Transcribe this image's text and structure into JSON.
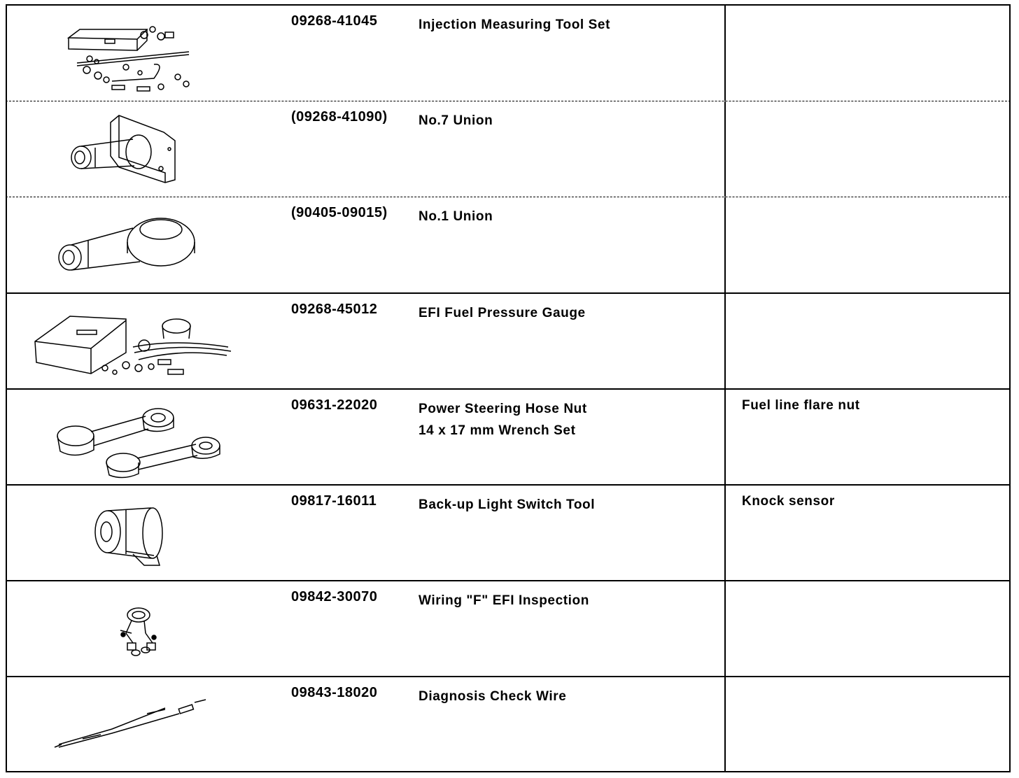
{
  "rows": [
    {
      "part_no": "09268-41045",
      "name": "Injection Measuring Tool Set",
      "name_line2": "",
      "usage": "",
      "illustration": "tool-set-case-illustration"
    },
    {
      "part_no": "(09268-41090)",
      "name": "No.7 Union",
      "name_line2": "",
      "usage": "",
      "illustration": "union-flange-illustration"
    },
    {
      "part_no": "(90405-09015)",
      "name": "No.1 Union",
      "name_line2": "",
      "usage": "",
      "illustration": "banjo-union-illustration"
    },
    {
      "part_no": "09268-45012",
      "name": "EFI Fuel Pressure Gauge",
      "name_line2": "",
      "usage": "",
      "illustration": "pressure-gauge-kit-illustration"
    },
    {
      "part_no": "09631-22020",
      "name": "Power Steering Hose Nut",
      "name_line2": "14 x 17 mm Wrench Set",
      "usage": "Fuel line flare nut",
      "illustration": "flare-nut-wrench-illustration"
    },
    {
      "part_no": "09817-16011",
      "name": "Back-up Light Switch Tool",
      "name_line2": "",
      "usage": "Knock sensor",
      "illustration": "socket-tool-illustration"
    },
    {
      "part_no": "09842-30070",
      "name": "Wiring \"F\" EFI Inspection",
      "name_line2": "",
      "usage": "",
      "illustration": "wiring-harness-illustration"
    },
    {
      "part_no": "09843-18020",
      "name": "Diagnosis Check Wire",
      "name_line2": "",
      "usage": "",
      "illustration": "check-wire-illustration"
    }
  ]
}
